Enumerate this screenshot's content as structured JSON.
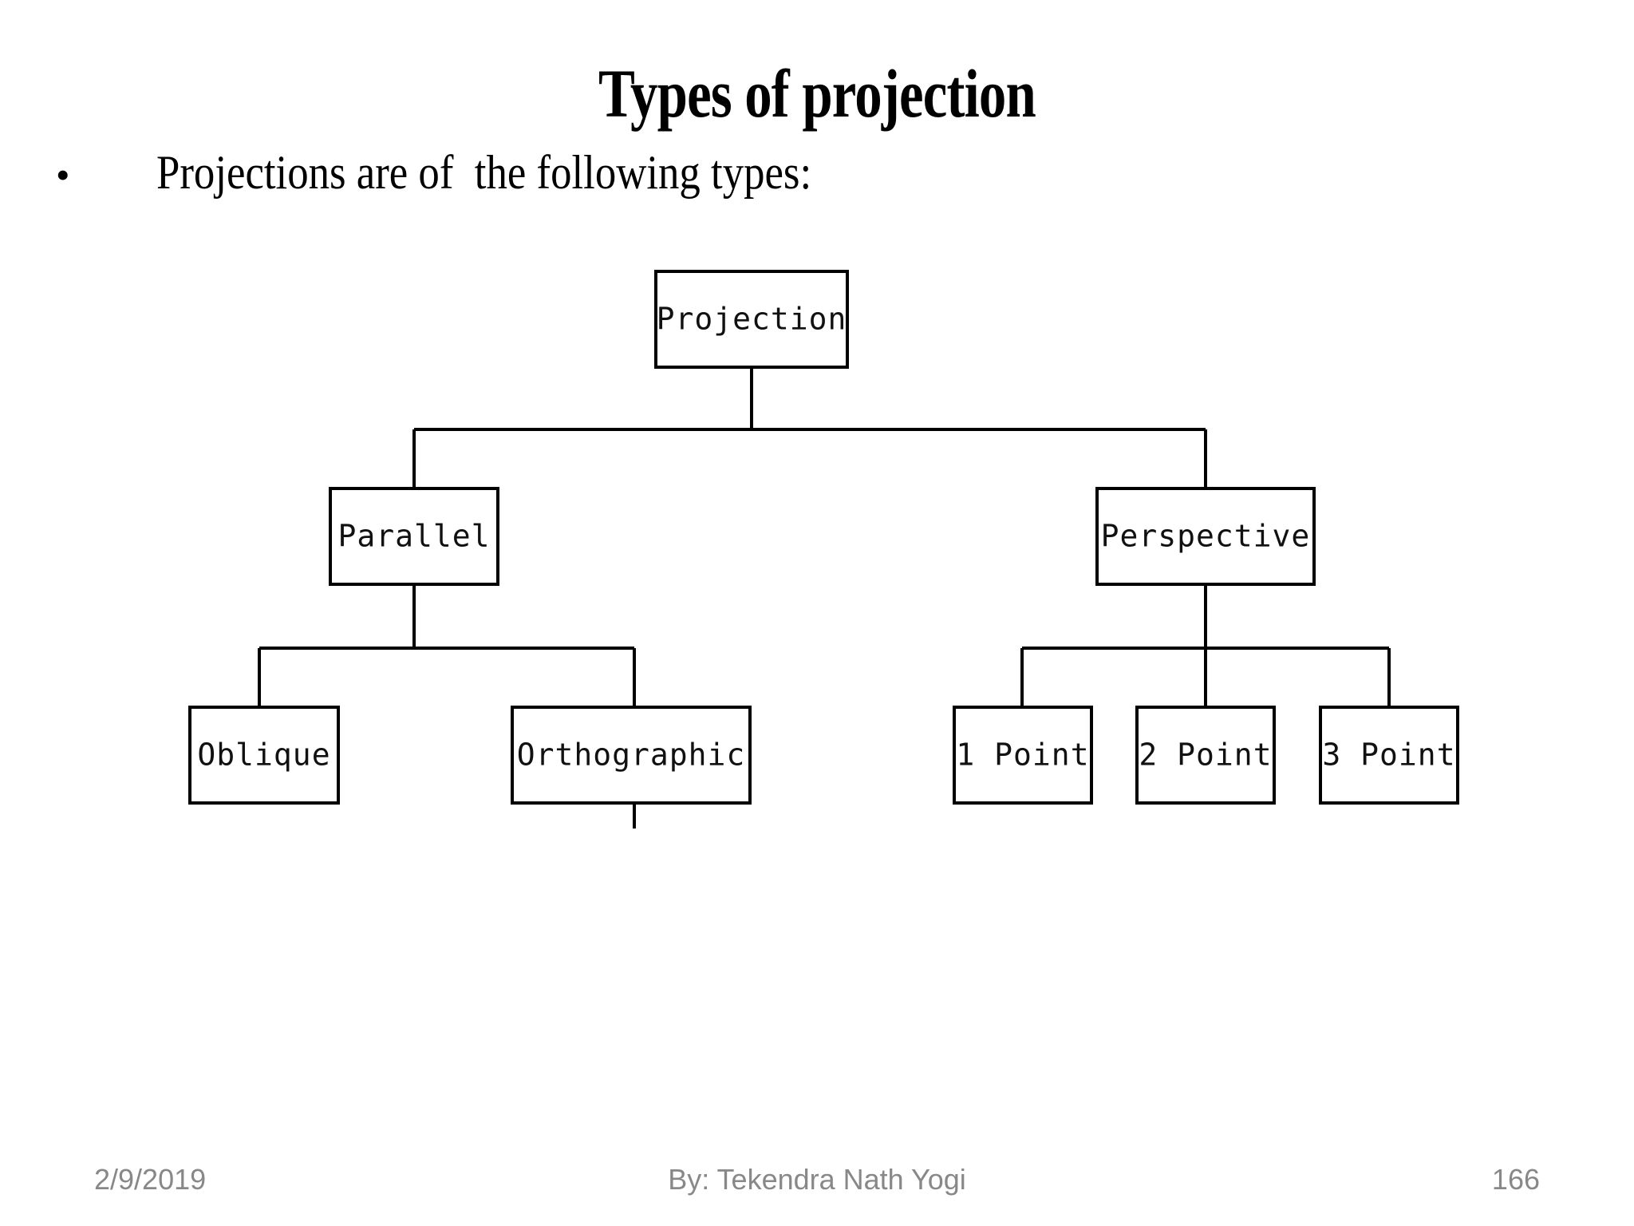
{
  "slide": {
    "title": "Types of projection",
    "bullets": [
      {
        "marker": "•",
        "text": "Projections are of  the following types:"
      }
    ]
  },
  "diagram": {
    "type": "tree",
    "root_label": "Projection",
    "nodes": {
      "projection": "Projection",
      "parallel": "Parallel",
      "perspective": "Perspective",
      "oblique": "Oblique",
      "orthographic": "Orthographic",
      "one_point": "1 Point",
      "two_point": "2 Point",
      "three_point": "3 Point"
    },
    "edges": [
      [
        "projection",
        "parallel"
      ],
      [
        "projection",
        "perspective"
      ],
      [
        "parallel",
        "oblique"
      ],
      [
        "parallel",
        "orthographic"
      ],
      [
        "perspective",
        "one_point"
      ],
      [
        "perspective",
        "two_point"
      ],
      [
        "perspective",
        "three_point"
      ]
    ],
    "colors": {
      "box_stroke": "#000000",
      "box_fill": "#ffffff",
      "text": "#111111",
      "connector": "#000000"
    }
  },
  "footer": {
    "date": "2/9/2019",
    "author": "By: Tekendra Nath Yogi",
    "page_number": "166",
    "color": "#888888"
  }
}
